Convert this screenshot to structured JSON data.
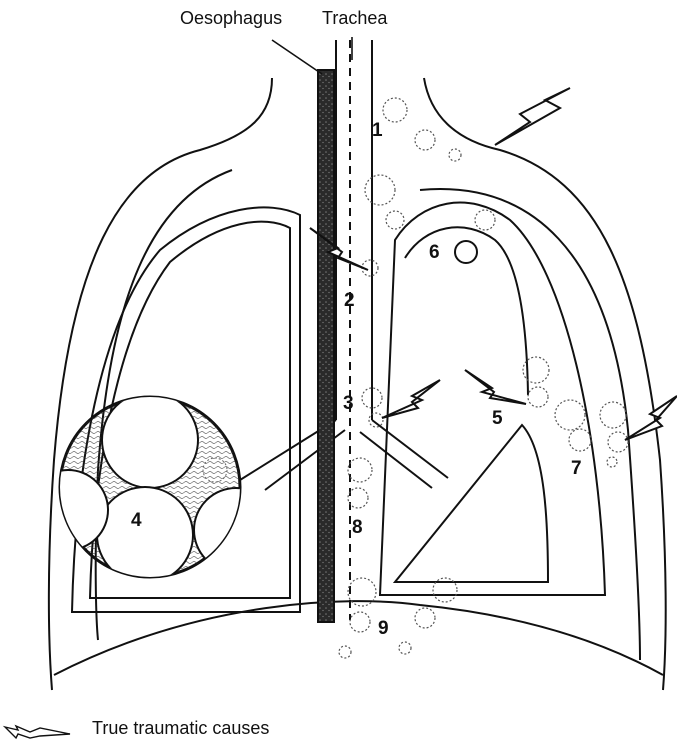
{
  "labels": {
    "oesophagus": "Oesophagus",
    "trachea": "Trachea"
  },
  "numbers": [
    "1",
    "2",
    "3",
    "4",
    "5",
    "6",
    "7",
    "8",
    "9"
  ],
  "legend": {
    "text": "True traumatic causes",
    "icon": "lightning-arrow-icon"
  },
  "colors": {
    "ink": "#111111",
    "background": "#ffffff"
  }
}
